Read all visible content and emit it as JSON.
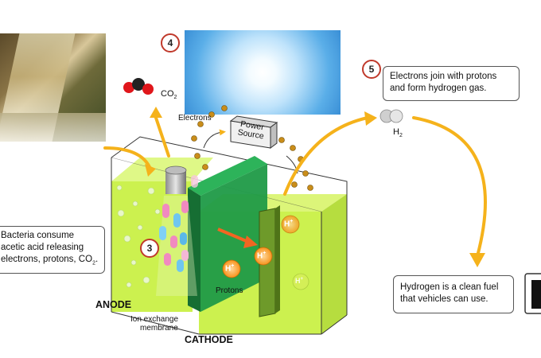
{
  "steps": {
    "s3": "3",
    "s4": "4",
    "s5": "5"
  },
  "molecules": {
    "co2": "CO",
    "co2_sub": "2",
    "h2": "H",
    "h2_sub": "2"
  },
  "labels": {
    "electrons": "Electrons",
    "power_source_line1": "Power",
    "power_source_line2": "Source",
    "anode": "ANODE",
    "cathode": "CATHODE",
    "membrane_line1": "Ion exchange",
    "membrane_line2": "membrane",
    "protons": "Protons",
    "proton": "H",
    "proton_sup": "+"
  },
  "callouts": {
    "bacteria": [
      "Bacteria consume",
      "acetic acid releasing",
      "electrons, protons, CO",
      "2",
      "."
    ],
    "electrons_join": [
      "Electrons join with protons",
      "and form hydrogen gas."
    ],
    "hydrogen_fuel": [
      "Hydrogen is a clean fuel",
      "that vehicles can use."
    ]
  },
  "colors": {
    "liquid": "#c6ef3c",
    "membrane": "#1f9a47",
    "arrow_yellow": "#f5b21b",
    "arrow_orange": "#f26522",
    "proton_fill": "#f7941d",
    "step_ring": "#c0392b"
  },
  "images": {
    "wastewater": "wastewater-photo",
    "sunlight": "sunlight-photo",
    "vehicle": "fuel-pump-icon"
  }
}
